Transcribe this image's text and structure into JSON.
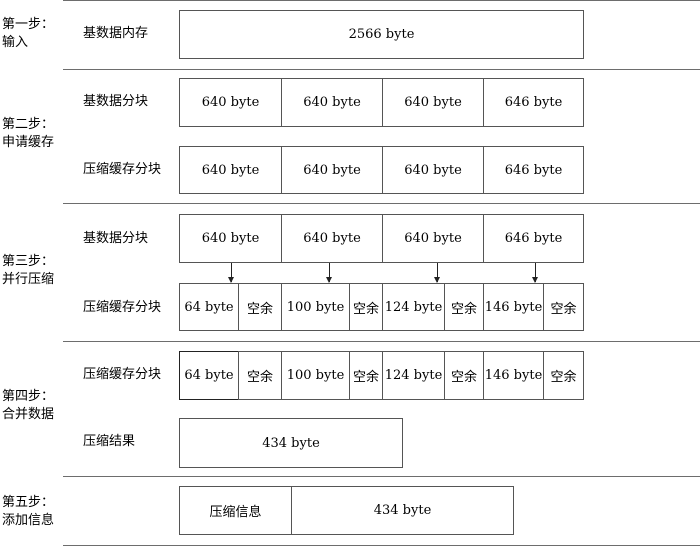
{
  "steps": [
    {
      "title": "第一步：",
      "subtitle": "输入"
    },
    {
      "title": "第二步：",
      "subtitle": "申请缓存"
    },
    {
      "title": "第三步：",
      "subtitle": "并行压缩"
    },
    {
      "title": "第四步：",
      "subtitle": "合并数据"
    },
    {
      "title": "第五步：",
      "subtitle": "添加信息"
    }
  ],
  "labels": {
    "base_memory": "基数据内存",
    "base_blocks": "基数据分块",
    "cache_blocks": "压缩缓存分块",
    "result": "压缩结果"
  },
  "input_total": "2566  byte",
  "base_block_values": [
    "640  byte",
    "640  byte",
    "640  byte",
    "646  byte"
  ],
  "compressed_values": [
    "64  byte",
    "100  byte",
    "124  byte",
    "146  byte"
  ],
  "spare_label": "空余",
  "result_value": "434  byte",
  "final_header": "压缩信息",
  "final_value": "434  byte"
}
